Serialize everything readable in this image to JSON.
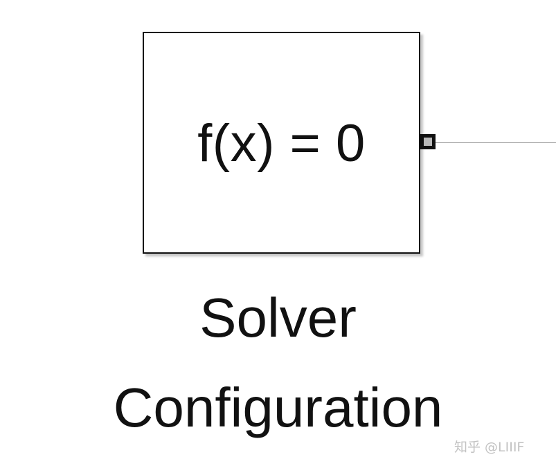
{
  "block": {
    "expression": "f(x) = 0"
  },
  "label": {
    "line1": "Solver",
    "line2": "Configuration"
  },
  "watermark": {
    "text": "知乎 @LIIIF"
  },
  "colors": {
    "border": "#111111",
    "port_fill": "#b9b9b9",
    "line": "#999999",
    "background": "#ffffff"
  }
}
